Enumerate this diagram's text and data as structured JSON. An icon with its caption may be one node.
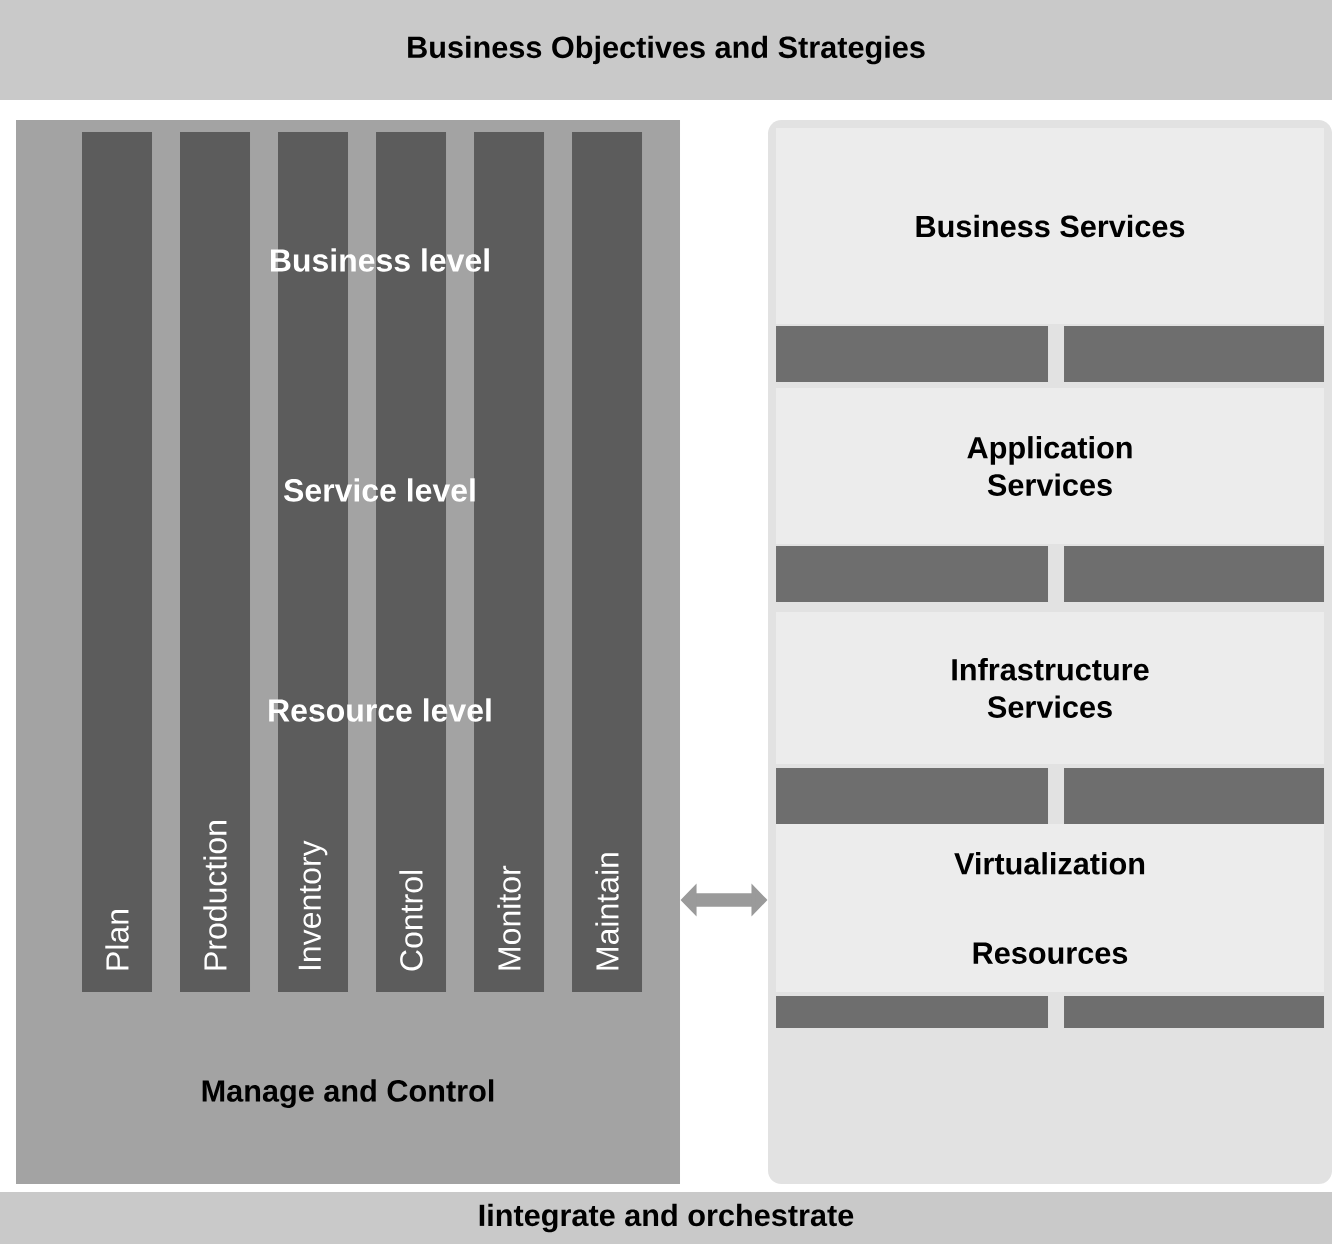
{
  "diagram": {
    "nodes": [
      {
        "text": [
          "Business Objectives and Strategies"
        ]
      },
      {
        "text": [
          "Manage and Control"
        ]
      },
      {
        "text": [
          "Plan"
        ],
        "in": 1
      },
      {
        "text": [
          "Production"
        ],
        "in": 1
      },
      {
        "text": [
          "Inventory"
        ],
        "in": 1
      },
      {
        "text": [
          "Control"
        ],
        "in": 1
      },
      {
        "text": [
          "Monitor"
        ],
        "in": 1
      },
      {
        "text": [
          "Maintain"
        ],
        "in": 1
      },
      {
        "text": [],
        "shape": "box"
      },
      {
        "text": [
          "Business Services"
        ],
        "in": 8
      },
      {
        "text": [
          "Application Services"
        ],
        "in": 8
      },
      {
        "text": [
          "Infrastructure Services"
        ],
        "in": 8
      },
      {
        "text": [
          "Virtualization",
          "Resources"
        ],
        "in": 8
      },
      {
        "text": [
          "Iintegrate and orchestrate"
        ]
      },
      {
        "text": [],
        "shape": "bar",
        "in": 8
      },
      {
        "text": [],
        "shape": "bar",
        "in": 8
      },
      {
        "text": [],
        "shape": "bar",
        "in": 8
      },
      {
        "text": [],
        "shape": "bar",
        "in": 8
      },
      {
        "text": [],
        "shape": "bar",
        "in": 8
      },
      {
        "text": [],
        "shape": "bar",
        "in": 8
      },
      {
        "text": [],
        "shape": "bar",
        "in": 8
      },
      {
        "text": [],
        "shape": "bar",
        "in": 8
      }
    ],
    "edges": [
      {
        "from": 1,
        "to": 8,
        "arrow": "both"
      }
    ],
    "labels": [
      "Business level",
      "Service level",
      "Resource level"
    ]
  }
}
